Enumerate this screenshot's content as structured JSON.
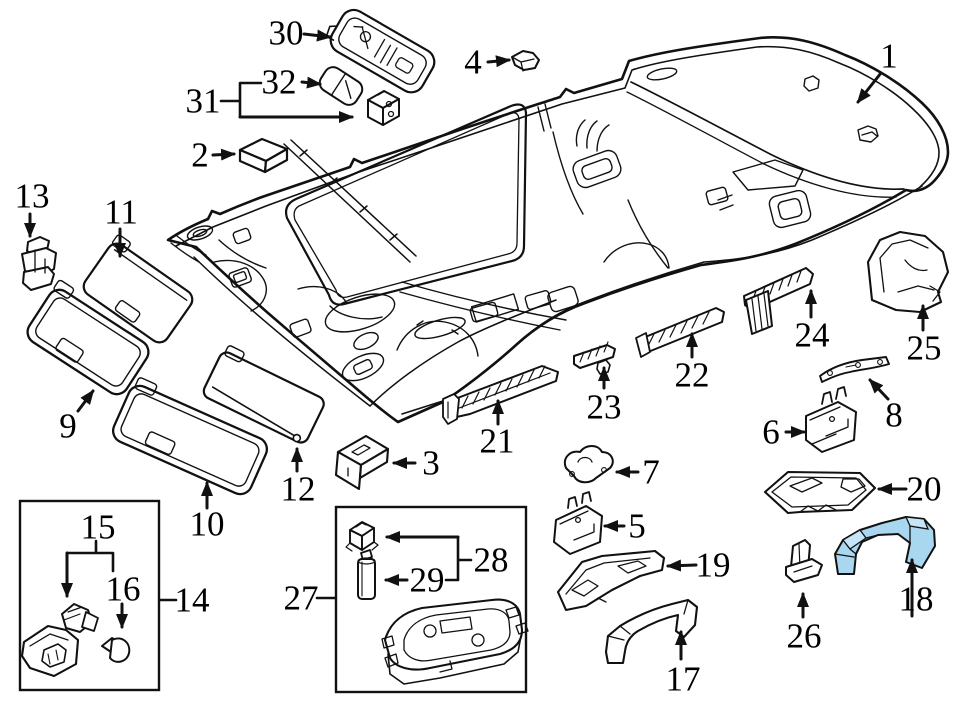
{
  "diagram": {
    "subject": "Exploded parts diagram — vehicle roof headliner and interior trim",
    "background_color": "#ffffff",
    "line_color": "#111111",
    "highlight_color": "#a9d7ef",
    "highlighted_callout": "18",
    "callouts": [
      {
        "label": "1"
      },
      {
        "label": "2"
      },
      {
        "label": "3"
      },
      {
        "label": "4"
      },
      {
        "label": "5"
      },
      {
        "label": "6"
      },
      {
        "label": "7"
      },
      {
        "label": "8"
      },
      {
        "label": "9"
      },
      {
        "label": "10"
      },
      {
        "label": "11"
      },
      {
        "label": "12"
      },
      {
        "label": "13"
      },
      {
        "label": "14"
      },
      {
        "label": "15"
      },
      {
        "label": "16"
      },
      {
        "label": "17"
      },
      {
        "label": "18"
      },
      {
        "label": "19"
      },
      {
        "label": "20"
      },
      {
        "label": "21"
      },
      {
        "label": "22"
      },
      {
        "label": "23"
      },
      {
        "label": "24"
      },
      {
        "label": "25"
      },
      {
        "label": "26"
      },
      {
        "label": "27"
      },
      {
        "label": "28"
      },
      {
        "label": "29"
      },
      {
        "label": "30"
      },
      {
        "label": "31"
      },
      {
        "label": "32"
      }
    ],
    "group_boxes": [
      {
        "label": "14",
        "member_labels": [
          "15",
          "16"
        ]
      },
      {
        "label": "27",
        "member_labels": [
          "28",
          "29"
        ]
      }
    ]
  }
}
